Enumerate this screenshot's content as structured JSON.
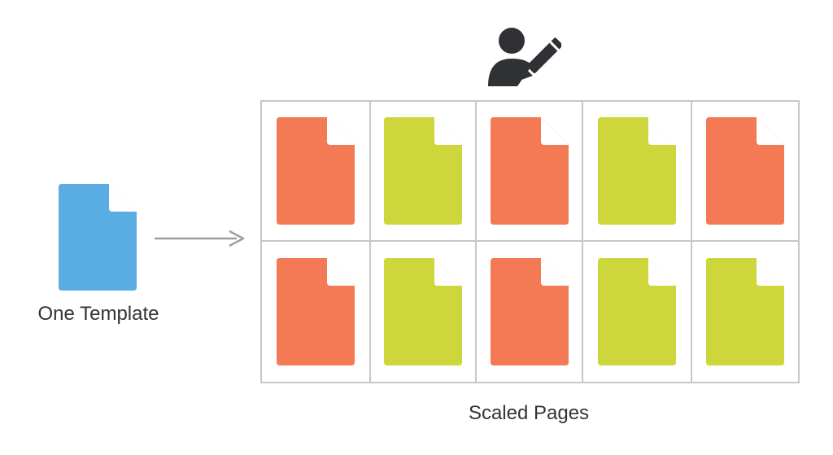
{
  "template": {
    "label": "One Template",
    "color": "#5aade3",
    "icon": "document-icon"
  },
  "arrow": {
    "icon": "arrow-right-icon",
    "color": "#9aa0a6"
  },
  "editor": {
    "icon": "user-edit-icon",
    "color": "#2f3134"
  },
  "pages": {
    "label": "Scaled Pages",
    "grid_color": "#c7c7c7",
    "colors": {
      "orange": "#f47a55",
      "lime": "#cdd63a"
    },
    "rows": [
      [
        "orange",
        "lime",
        "orange",
        "lime",
        "orange"
      ],
      [
        "orange",
        "lime",
        "orange",
        "lime",
        "lime"
      ]
    ]
  }
}
